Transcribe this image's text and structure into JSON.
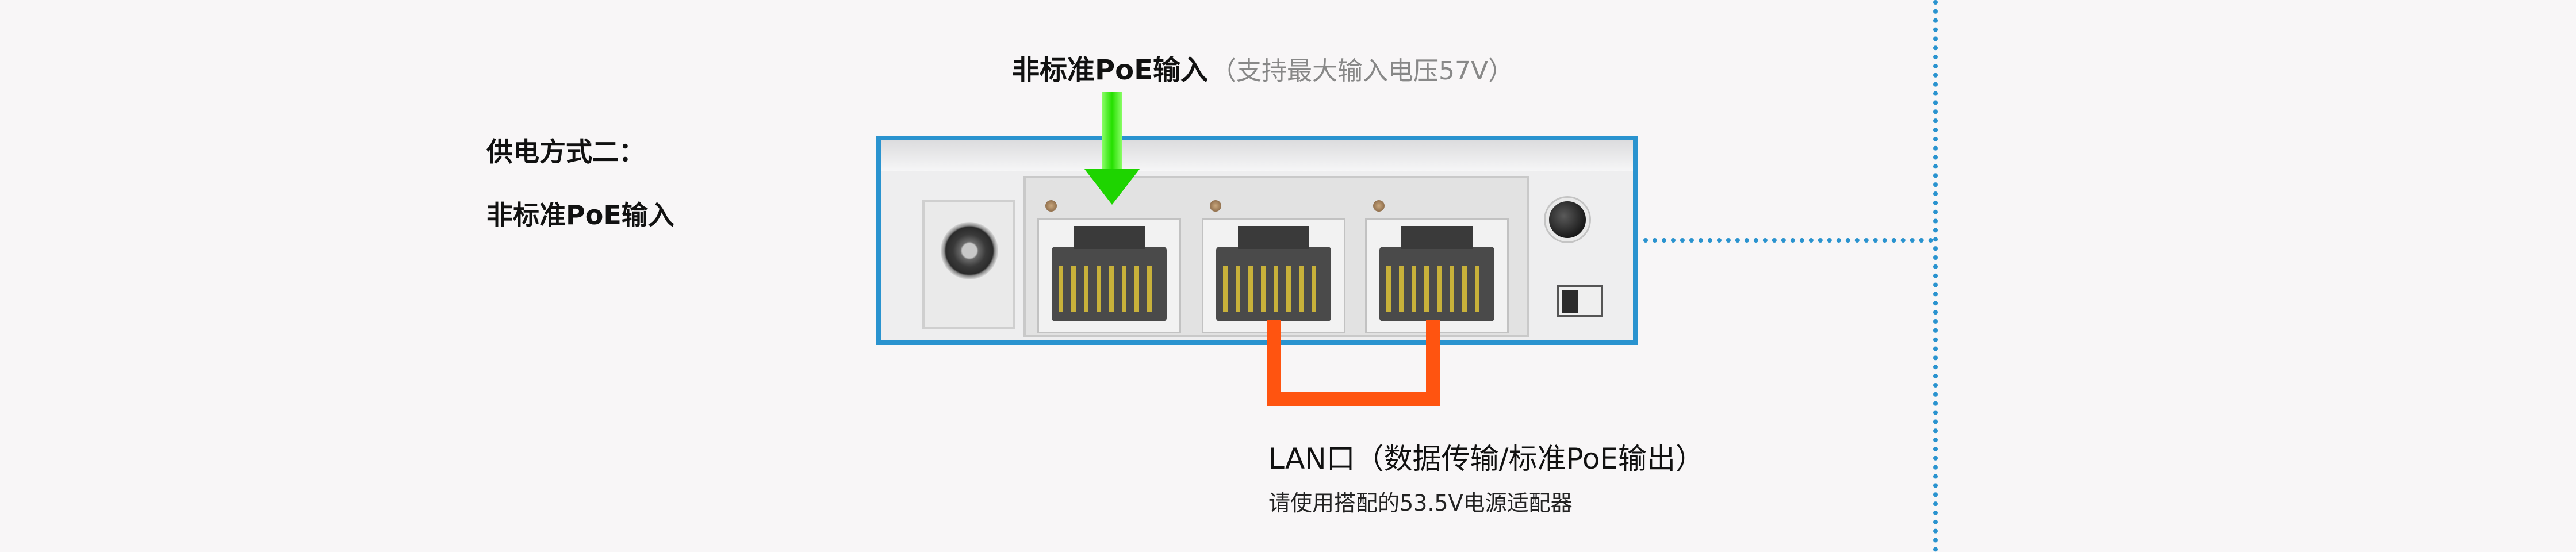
{
  "top_label": {
    "main": "非标准PoE输入",
    "note": "（支持最大输入电压57V）"
  },
  "left_label": {
    "title": "供电方式二：",
    "subtitle": "非标准PoE输入"
  },
  "bottom_label": {
    "main": "LAN口（数据传输/标准PoE输出）",
    "sub": "请使用搭配的53.5V电源适配器"
  },
  "colors": {
    "border_blue": "#2a93cf",
    "green_arrow": "#25e000",
    "orange_connector": "#ff5410"
  }
}
